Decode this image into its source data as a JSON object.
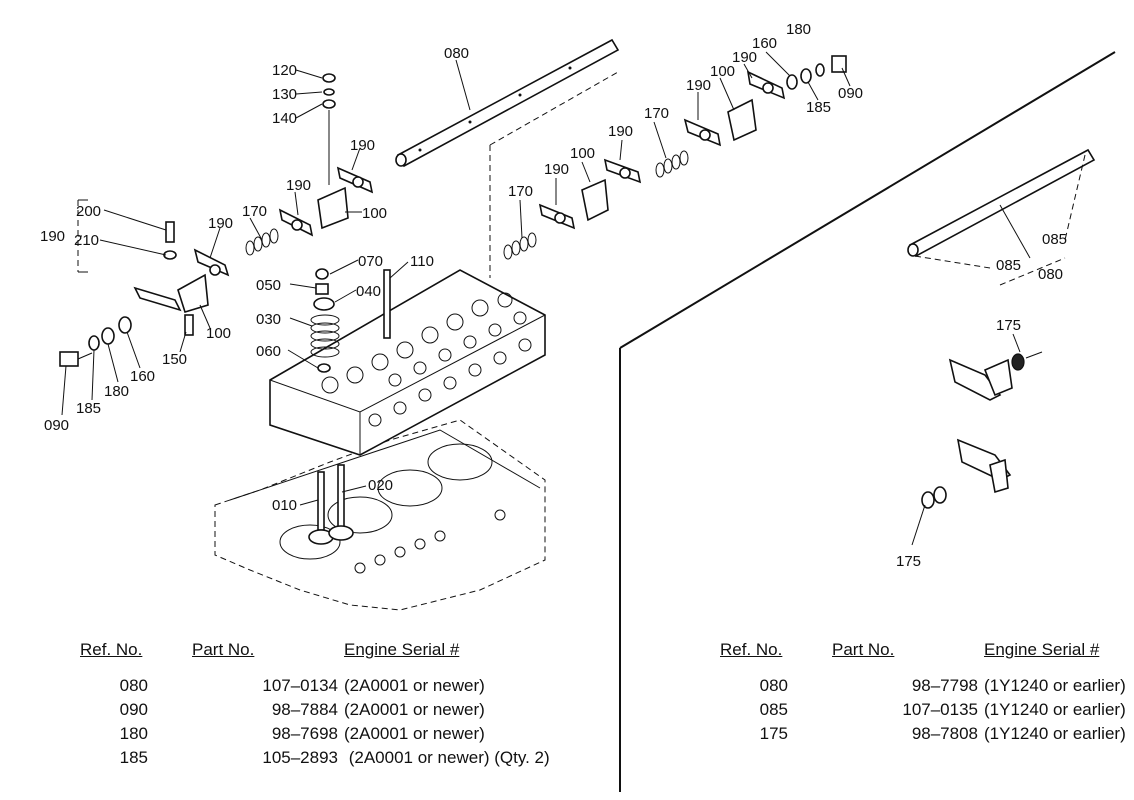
{
  "callouts": {
    "c080": "080",
    "c120": "120",
    "c130": "130",
    "c140": "140",
    "c190a": "190",
    "c190b": "190",
    "c100a": "100",
    "c170a": "170",
    "c190c": "190",
    "c200": "200",
    "c190d": "190",
    "c210": "210",
    "c070": "070",
    "c110": "110",
    "c050": "050",
    "c040": "040",
    "c030": "030",
    "c060": "060",
    "c100b": "100",
    "c150": "150",
    "c160a": "160",
    "c180": "180",
    "c185a": "185",
    "c090a": "090",
    "c020": "020",
    "c010": "010",
    "c170b": "170",
    "c190e": "190",
    "c100c": "100",
    "c190f": "190",
    "c170c": "170",
    "c190g": "190",
    "c100d": "100",
    "c190h": "190",
    "c160b": "160",
    "c180b": "180",
    "c090b": "090",
    "c185b": "185",
    "c085a": "085",
    "c085b": "085",
    "c080b": "080",
    "c175a": "175",
    "c175b": "175"
  },
  "table_left": {
    "headers": {
      "ref": "Ref. No.",
      "part": "Part No.",
      "serial": "Engine Serial #"
    },
    "rows": [
      {
        "ref": "080",
        "part": "107–0134",
        "serial": "(2A0001 or newer)"
      },
      {
        "ref": "090",
        "part": "98–7884",
        "serial": "(2A0001 or newer)"
      },
      {
        "ref": "180",
        "part": "98–7698",
        "serial": "(2A0001 or newer)"
      },
      {
        "ref": "185",
        "part": "105–2893",
        "serial": " (2A0001 or newer) (Qty. 2)"
      }
    ]
  },
  "table_right": {
    "headers": {
      "ref": "Ref. No.",
      "part": "Part No.",
      "serial": "Engine Serial #"
    },
    "rows": [
      {
        "ref": "080",
        "part": "98–7798",
        "serial": "(1Y1240 or earlier)"
      },
      {
        "ref": "085",
        "part": "107–0135",
        "serial": "(1Y1240 or earlier)"
      },
      {
        "ref": "175",
        "part": "98–7808",
        "serial": "(1Y1240 or earlier)"
      }
    ]
  }
}
